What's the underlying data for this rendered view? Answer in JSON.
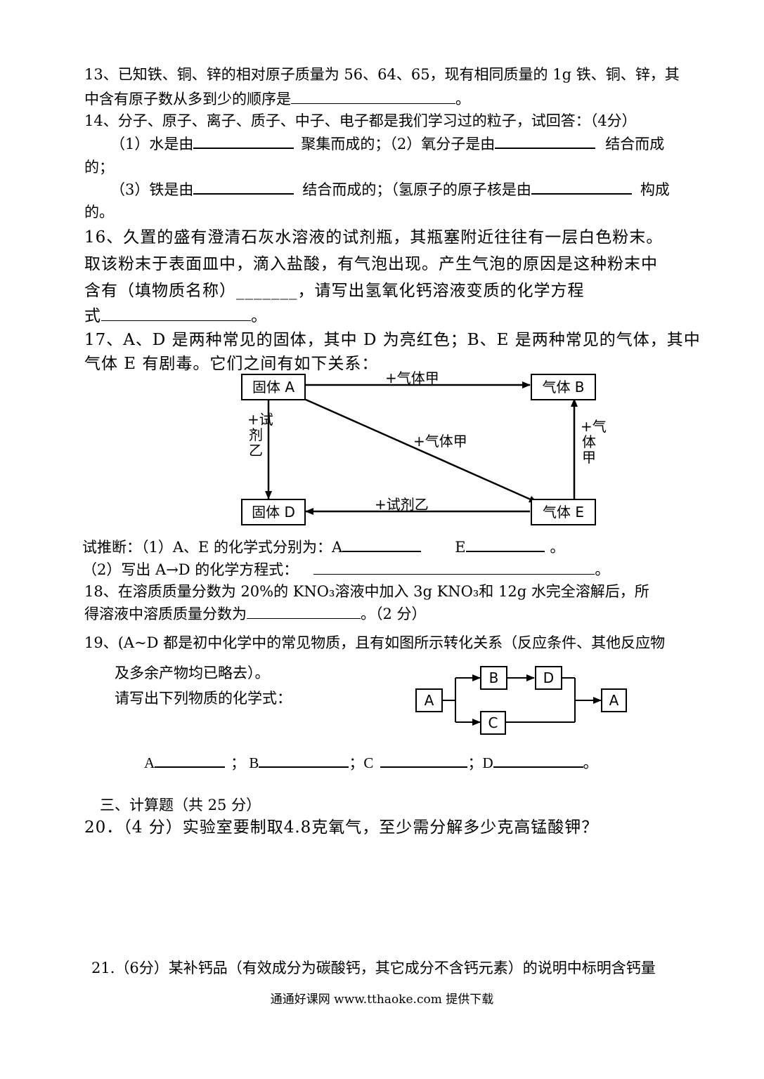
{
  "q13": {
    "line1": "13、已知铁、铜、锌的相对原子质量为 56、64、65，现有相同质量的 1g 铁、铜、锌，其",
    "line2": "中含有原子数从多到少的顺序是",
    "end": "。"
  },
  "q14": {
    "intro": "14、分子、原子、离子、质子、中子、电子都是我们学习过的粒子，试回答：（4分）",
    "p1a": "（1）水是由",
    "p1b": "聚集而成的；（2）氧分子是由",
    "p1c": "结合而成",
    "p1d": "的；",
    "p3a": "（3）铁是由",
    "p3b": "结合而成的；（氢原子的原子核是由",
    "p3c": "构成",
    "p3d": "的。"
  },
  "q16": {
    "line1": "16、久置的盛有澄清石灰水溶液的试剂瓶，其瓶塞附近往往有一层白色粉末。",
    "line2": "取该粉末于表面皿中，滴入盐酸，有气泡出现。产生气泡的原因是这种粉末中",
    "line3": "含有（填物质名称）_______，请写出氢氧化钙溶液变质的化学方程",
    "line4a": "式",
    "line4b": "。"
  },
  "q17": {
    "line1": "17、A、D 是两种常见的固体，其中 D 为亮红色；B、E 是两种常见的气体，其中",
    "line2": "气体 E 有剧毒。它们之间有如下关系：",
    "diagram": {
      "box_a": "固体 A",
      "box_b": "气体 B",
      "box_d": "固体 D",
      "box_e": "气体 E",
      "label_ab": "+气体甲",
      "label_ae": "+气体甲",
      "label_ed": "+试剂乙",
      "label_ad": "+试剂乙",
      "label_eb": "+气体甲"
    },
    "ask1a": "试推断：（1）A、E 的化学式分别为：A",
    "ask1b": "E",
    "ask1c": "。",
    "ask2a": "（2）写出 A→D 的化学方程式：",
    "ask2b": "。"
  },
  "q18": {
    "line1": "18、在溶质质量分数为 20%的 KNO₃溶液中加入 3g KNO₃和 12g 水完全溶解后，所",
    "line2a": "得溶液中溶质质量分数为",
    "line2b": "。（2 分）"
  },
  "q19": {
    "line1": "19、(A~D 都是初中化学中的常见物质，且有如图所示转化关系（反应条件、其他反应物",
    "line2": "及多余产物均已略去）。",
    "line3": "请写出下列物质的化学式：",
    "diagram": {
      "a_left": "A",
      "b": "B",
      "d": "D",
      "c": "C",
      "a_right": "A"
    },
    "ansA": "A",
    "ansB": "；  B",
    "ansC": "；C",
    "ansD": "；D",
    "end": "。"
  },
  "section3": "三、计算题（共 25 分）",
  "q20": "20．（4 分）实验室要制取4.8克氧气，至少需分解多少克高锰酸钾？",
  "q21": "21.（6分）某补钙品（有效成分为碳酸钙，其它成分不含钙元素）的说明中标明含钙量",
  "footer": "通通好课网   www.tthaoke.com  提供下载"
}
